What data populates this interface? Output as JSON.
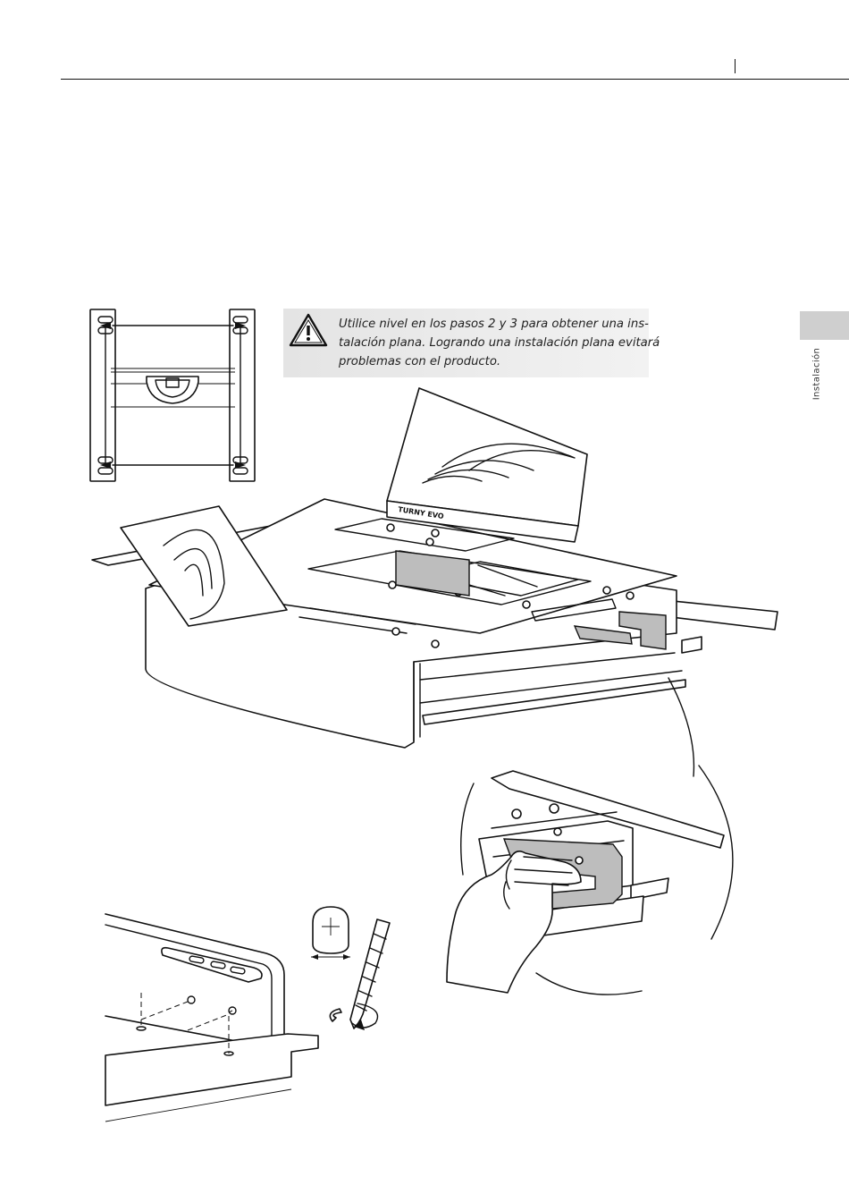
{
  "header": {
    "section_tab_label": "Instalación"
  },
  "warning": {
    "icon": "warning-triangle-icon",
    "lines": [
      "Utilice nivel en los pasos 2 y 3 para obtener una ins-",
      "talación plana. Logrando una instalación plana evitará",
      "problemas con el producto."
    ]
  },
  "illustration": {
    "product_label": "TURNY EVO"
  },
  "colors": {
    "tab_gray": "#cfcfcf",
    "warning_background": "#ececec",
    "bracket_gray": "#bdbdbd",
    "line": "#111111"
  }
}
